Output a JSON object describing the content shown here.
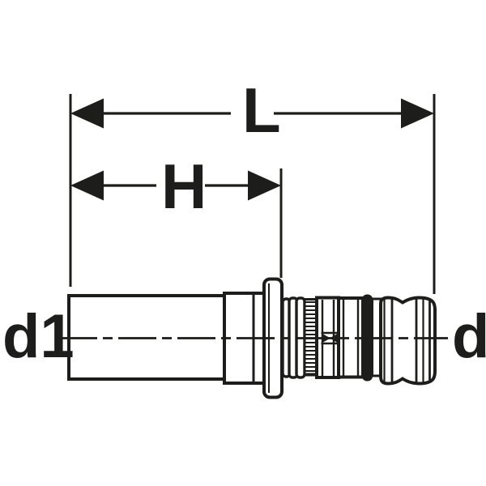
{
  "diagram": {
    "kind": "technical-line-drawing",
    "subject": "press-fitting-adapter-side-view",
    "background_color": "#ffffff",
    "line_color": "#1d1d1b",
    "dimension_L": {
      "label": "L"
    },
    "dimension_H": {
      "label": "H"
    },
    "diameter_left": {
      "label": "d1"
    },
    "diameter_right": {
      "label": "d"
    }
  }
}
